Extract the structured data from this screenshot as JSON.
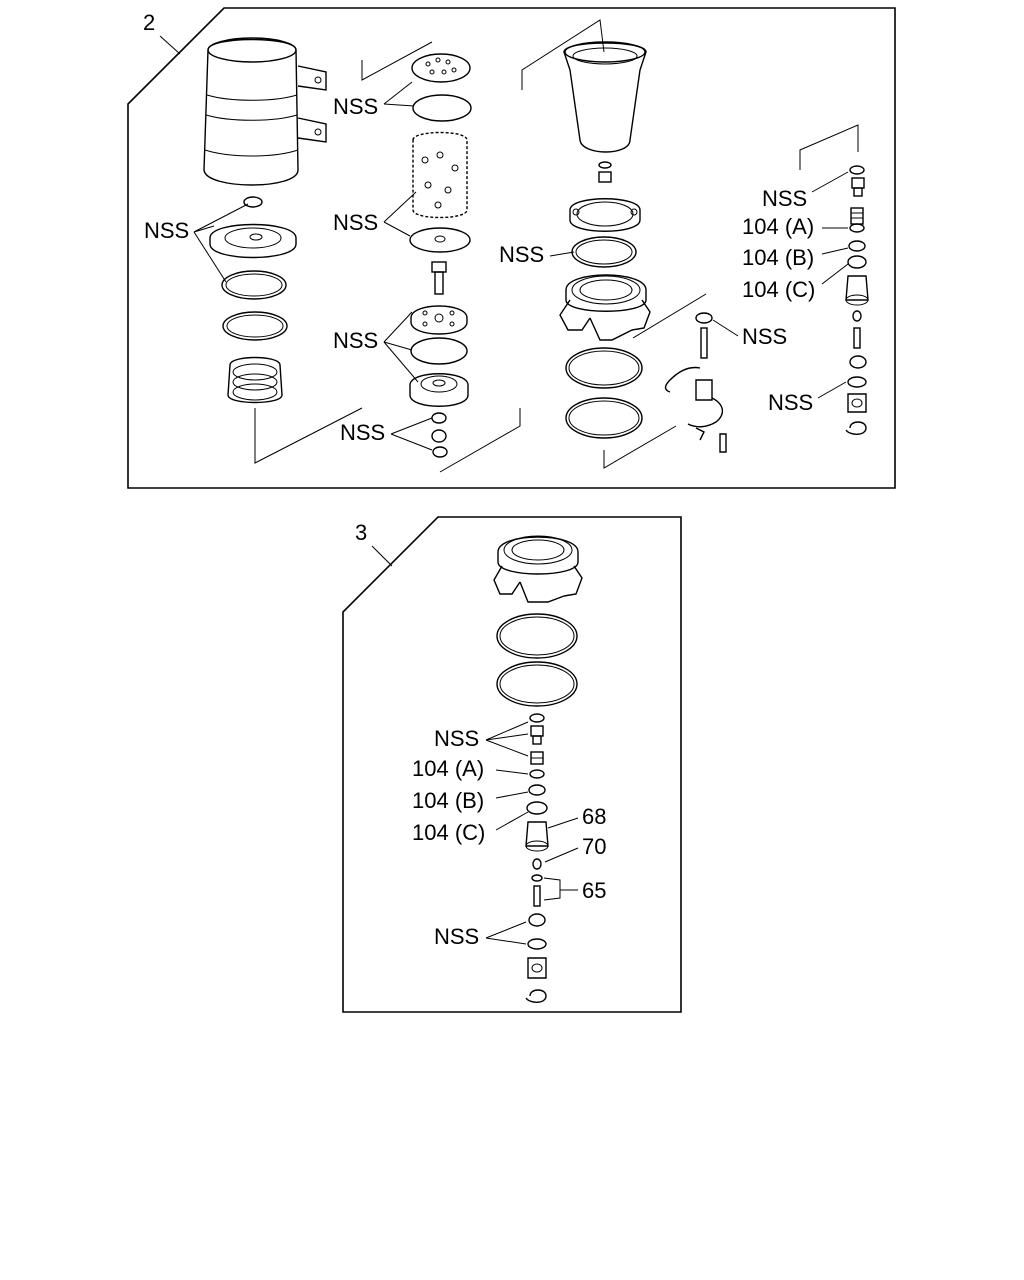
{
  "panels": [
    {
      "id": "2",
      "number": "2"
    },
    {
      "id": "3",
      "number": "3"
    }
  ],
  "callouts": {
    "nss": "NSS",
    "p104a": "104 (A)",
    "p104b": "104 (B)",
    "p104c": "104 (C)",
    "p68": "68",
    "p70": "70",
    "p65": "65"
  }
}
